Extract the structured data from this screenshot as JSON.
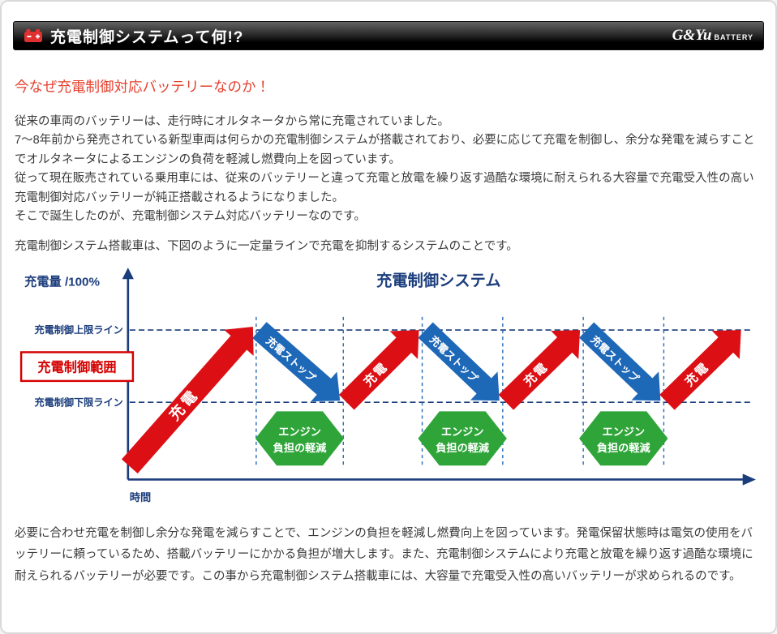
{
  "header": {
    "title": "充電制御システムって何!?",
    "icon": "battery-icon",
    "logo_main": "G&Yu",
    "logo_sub": "BATTERY"
  },
  "content": {
    "heading": "今なぜ充電制御対応バッテリーなのか！",
    "heading_color": "#e5402e",
    "intro": [
      "従来の車両のバッテリーは、走行時にオルタネータから常に充電されていました。",
      "7〜8年前から発売されている新型車両は何らかの充電制御システムが搭載されており、必要に応じて充電を制御し、余分な発電を減らすことでオルタネータによるエンジンの負荷を軽減し燃費向上を図っています。",
      "従って現在販売されている乗用車には、従来のバッテリーと違って充電と放電を繰り返す過酷な環境に耐えられる大容量で充電受入性の高い充電制御対応バッテリーが純正搭載されるようになりました。",
      "そこで誕生したのが、充電制御システム対応バッテリーなのです。"
    ],
    "lead": "充電制御システム搭載車は、下図のように一定量ラインで充電を抑制するシステムのことです。",
    "outro": "必要に合わせ充電を制御し余分な発電を減らすことで、エンジンの負担を軽減し燃費向上を図っています。発電保留状態時は電気の使用をバッテリーに頼っているため、搭載バッテリーにかかる負担が増大します。また、充電制御システムにより充電と放電を繰り返す過酷な環境に耐えられるバッテリーが必要です。この事から充電制御システム搭載車には、大容量で充電受入性の高いバッテリーが求められるのです。"
  },
  "diagram": {
    "title": "充電制御システム",
    "y_axis_label": "充電量 /100%",
    "x_axis_label": "時間",
    "upper_line_label": "充電制御上限ライン",
    "lower_line_label": "充電制御下限ライン",
    "range_box_label": "充電制御範囲",
    "charge_arrow_label": "充電",
    "stop_arrow_label": "充電ストップ",
    "hexagon_label_line1": "エンジン",
    "hexagon_label_line2": "負担の軽減",
    "sequence": [
      "charge",
      "stop",
      "charge",
      "stop",
      "charge",
      "stop",
      "charge"
    ],
    "colors": {
      "charge": "#dc0f14",
      "stop": "#1e68b8",
      "hexagon": "#2fa539",
      "axis": "#1b3d7c",
      "range_box": "#d40000"
    }
  }
}
